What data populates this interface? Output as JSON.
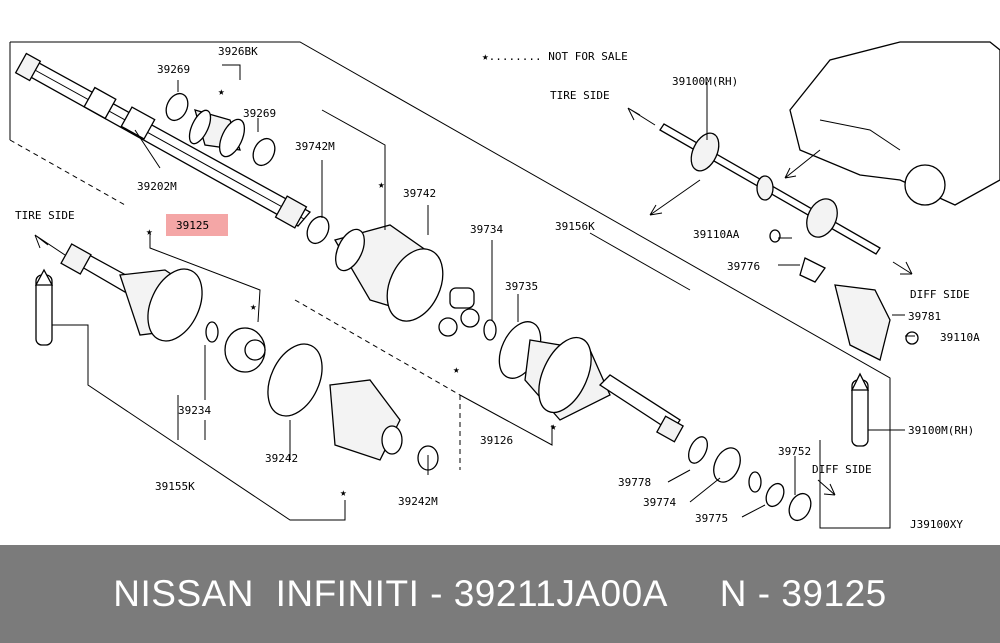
{
  "labels": {
    "not_for_sale": "★........ NOT FOR SALE",
    "tire_side_top": "TIRE SIDE",
    "tire_side_left": "TIRE SIDE",
    "diff_side_right": "DIFF SIDE",
    "diff_side_bottom": "DIFF SIDE",
    "p39269_a": "39269",
    "p3926bk": "3926BK",
    "p39269_b": "39269",
    "p39202m": "39202M",
    "p39742m": "39742M",
    "p39742": "39742",
    "p39734": "39734",
    "p39156k": "39156K",
    "p39735": "39735",
    "p39125": "39125",
    "p39234": "39234",
    "p39155k": "39155K",
    "p39242": "39242",
    "p39242m": "39242M",
    "p39126": "39126",
    "p39100m_rh_top": "39100M(RH)",
    "p39110aa": "39110AA",
    "p39776": "39776",
    "p39781": "39781",
    "p39110a": "39110A",
    "p39100m_rh_right": "39100M(RH)",
    "p39752": "39752",
    "p39778": "39778",
    "p39774": "39774",
    "p39775": "39775",
    "diagram_code": "J39100XY"
  },
  "highlight_color": "#f4a6a6",
  "footer": {
    "text": "NISSAN  INFINITI - 39211JA00A     N - 39125"
  }
}
